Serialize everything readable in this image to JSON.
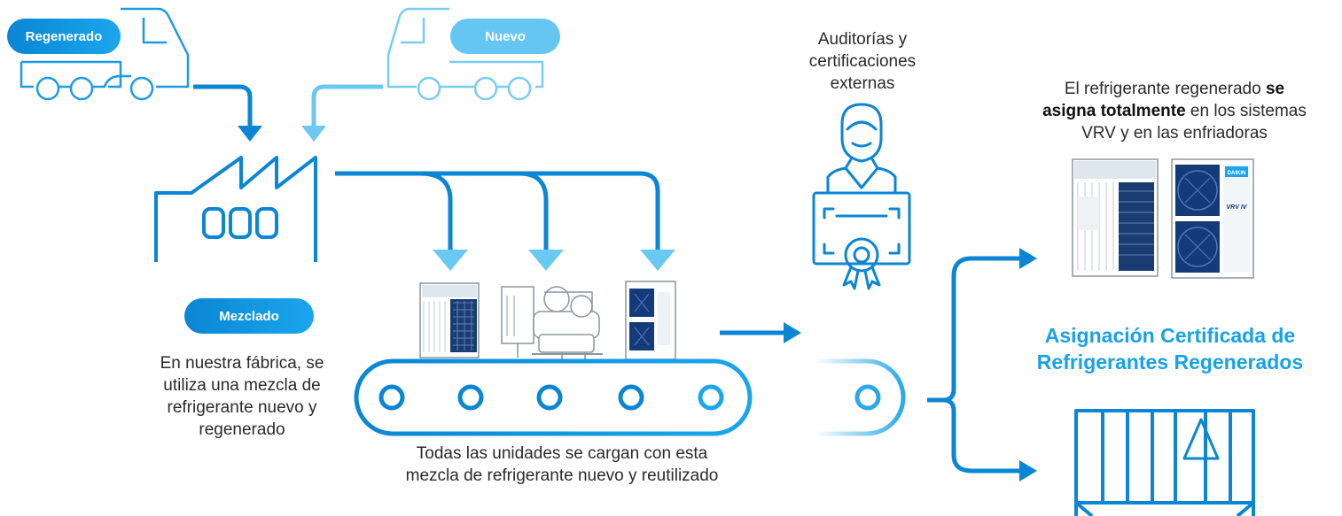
{
  "labels": {
    "regenerated_pill": "Regenerado",
    "new_pill": "Nuevo",
    "mixed_pill": "Mezclado"
  },
  "texts": {
    "factory_caption": [
      "En nuestra fábrica, se",
      "utiliza una mezcla de",
      "refrigerante nuevo y",
      "regenerado"
    ],
    "conveyor_caption": [
      "Todas las unidades se cargan con esta",
      "mezcla de refrigerante nuevo y reutilizado"
    ],
    "audit_caption": [
      "Auditorías y",
      "certificaciones",
      "externas"
    ],
    "assign_caption": {
      "line1_pre": "El refrigerante regenerado ",
      "line1_bold": "se",
      "line2_bold": "asigna totalmente",
      "line2_post": " en los sistemas",
      "line3": "VRV y en las enfriadoras"
    },
    "certified_title": [
      "Asignación Certificada de",
      "Refrigerantes Regenerados"
    ]
  },
  "unit_badges": {
    "brand": "DAIKIN",
    "model": "VRV IV"
  },
  "colors": {
    "primary_blue": "#0b86d4",
    "light_blue": "#66c6f2",
    "title_blue": "#17a2e8"
  },
  "icons": [
    "truck-regenerated-icon",
    "truck-new-icon",
    "factory-icon",
    "vrv-unit-icon",
    "chiller-icon",
    "outdoor-unit-icon",
    "conveyor-belt-icon",
    "auditor-certificate-icon",
    "vrv-units-icon",
    "chiller-container-icon"
  ]
}
